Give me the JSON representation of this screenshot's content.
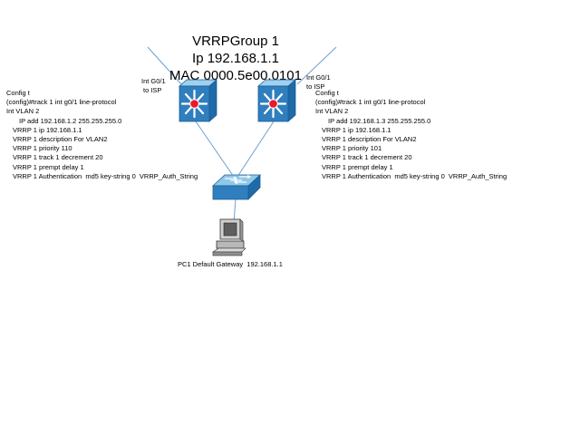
{
  "title": {
    "group": "VRRPGroup 1",
    "ip": "Ip 192.168.1.1",
    "mac": "MAC 0000.5e00.0101"
  },
  "ports": {
    "left": [
      "Int G0/1",
      "to ISP"
    ],
    "right": [
      "Int G0/1",
      "to ISP"
    ]
  },
  "config_left": {
    "lines": [
      {
        "text": "Config t",
        "indent": 0
      },
      {
        "text": "(config)#track 1 int g0/1 line-protocol",
        "indent": 0
      },
      {
        "text": "Int VLAN 2",
        "indent": 0
      },
      {
        "text": "IP add 192.168.1.2 255.255.255.0",
        "indent": 2
      },
      {
        "text": "VRRP 1 ip 192.168.1.1",
        "indent": 1
      },
      {
        "text": "VRRP 1 description For VLAN2",
        "indent": 1
      },
      {
        "text": "VRRP 1 priority 110",
        "indent": 1
      },
      {
        "text": "VRRP 1 track 1 decrement 20",
        "indent": 1
      },
      {
        "text": "VRRP 1 prempt delay 1",
        "indent": 1
      },
      {
        "text": "VRRP 1 Authentication  md5 key-string 0  VRRP_Auth_String",
        "indent": 1
      }
    ]
  },
  "config_right": {
    "lines": [
      {
        "text": "Config t",
        "indent": 0
      },
      {
        "text": "(config)#track 1 int g0/1 line-protocol",
        "indent": 0
      },
      {
        "text": "Int VLAN 2",
        "indent": 0
      },
      {
        "text": "IP add 192.168.1.3 255.255.255.0",
        "indent": 2
      },
      {
        "text": "VRRP 1 ip 192.168.1.1",
        "indent": 1
      },
      {
        "text": "VRRP 1 description For VLAN2",
        "indent": 1
      },
      {
        "text": "VRRP 1 priority 101",
        "indent": 1
      },
      {
        "text": "VRRP 1 track 1 decrement 20",
        "indent": 1
      },
      {
        "text": "VRRP 1 prempt delay 1",
        "indent": 1
      },
      {
        "text": "VRRP 1 Authentication  md5 key-string 0  VRRP_Auth_String",
        "indent": 1
      }
    ]
  },
  "pc_caption": "PC1 Default Gateway  192.168.1.1",
  "icons": {
    "router_left": "layer3-switch-icon",
    "router_right": "layer3-switch-icon",
    "switch": "workgroup-switch-icon",
    "pc": "workstation-icon"
  },
  "colors": {
    "device_blue": "#2f7fbf",
    "device_light": "#9fd0ef",
    "link_line": "#6f9fcf",
    "router_center": "#e8192c"
  }
}
